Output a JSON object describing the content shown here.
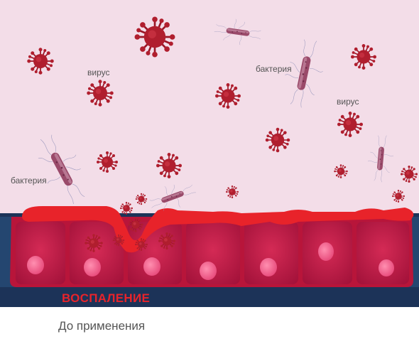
{
  "labels": {
    "virus_1": "вирус",
    "virus_2": "вирус",
    "bacteria_1": "бактерия",
    "bacteria_2": "бактерия"
  },
  "inflammation": "ВОСПАЛЕНИЕ",
  "caption": "До применения",
  "colors": {
    "background": "#f3dde8",
    "virus": "#b01e2e",
    "inflammation": "#e8232a",
    "tissue": "#b8153a",
    "base": "#1c3358"
  },
  "icons": [
    "virus-icon",
    "bacteria-icon",
    "epithelial-cell-icon"
  ]
}
